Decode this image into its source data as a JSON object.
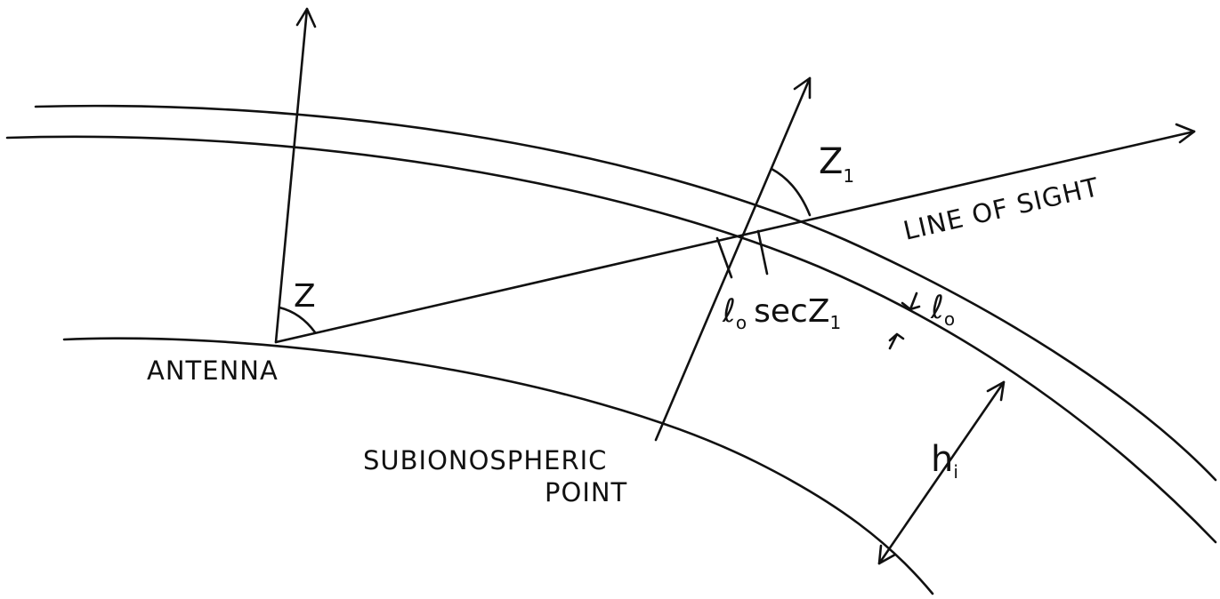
{
  "labels": {
    "antenna": "ANTENNA",
    "subionospheric_line1": "SUBIONOSPHERIC",
    "subionospheric_line2": "POINT",
    "line_of_sight": "LINE OF SIGHT",
    "zenith_angle": "Z",
    "zenith_angle_iono": "Z",
    "zenith_angle_iono_sub": "1",
    "slant_thickness_l": "ℓ",
    "slant_thickness_l_sub": "o",
    "slant_thickness_sec": "secZ",
    "slant_thickness_sec_sub": "1",
    "layer_thickness_l": "ℓ",
    "layer_thickness_l_sub": "o",
    "height": "h",
    "height_sub": "i"
  }
}
